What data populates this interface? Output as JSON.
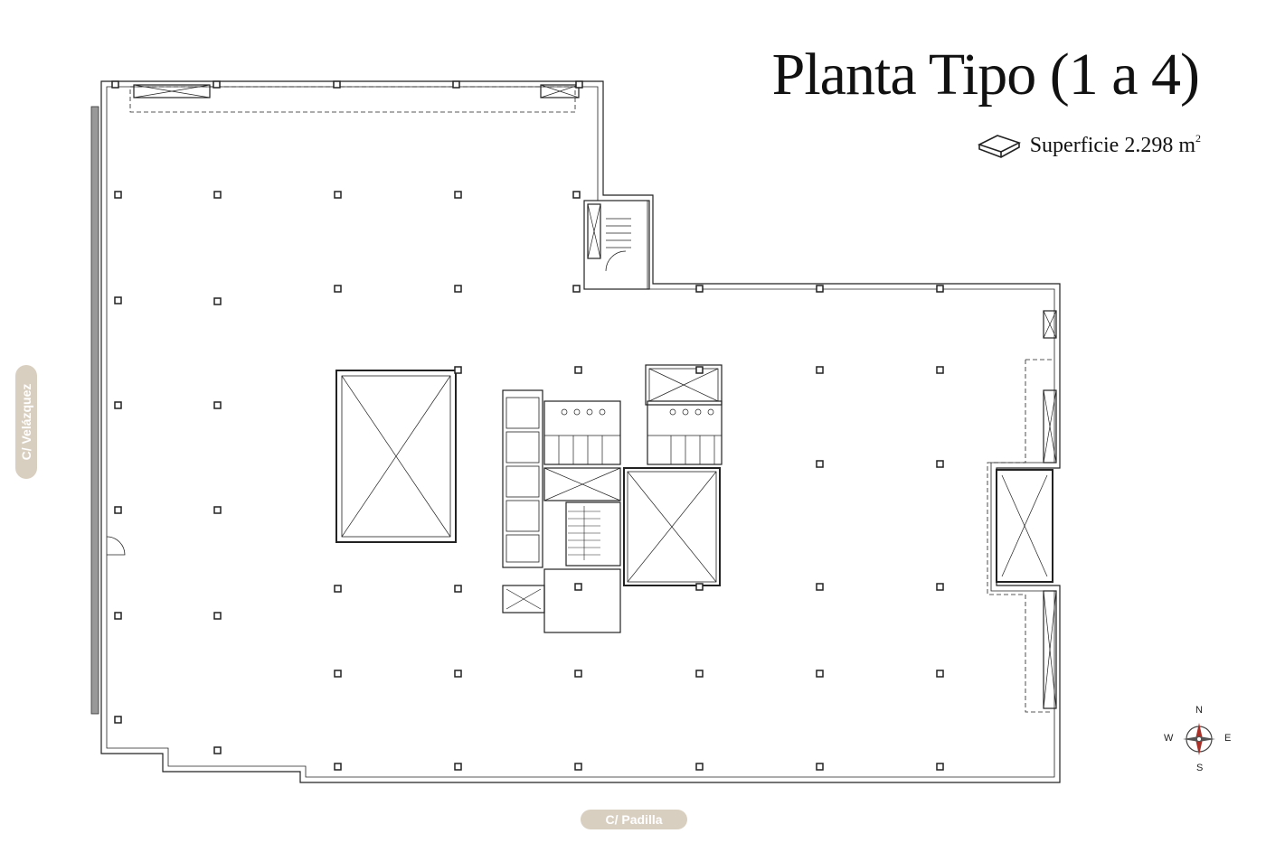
{
  "title": "Planta Tipo (1 a 4)",
  "area": {
    "label": "Superficie 2.298 m",
    "unit_sup": "2",
    "icon": "floor-area-icon"
  },
  "streets": {
    "left": "C/ Velázquez",
    "bottom": "C/ Padilla"
  },
  "compass": {
    "n": "N",
    "s": "S",
    "e": "E",
    "w": "W",
    "accent": "#a8322a"
  },
  "colors": {
    "line": "#222222",
    "street_badge": "#d9cfc0"
  }
}
